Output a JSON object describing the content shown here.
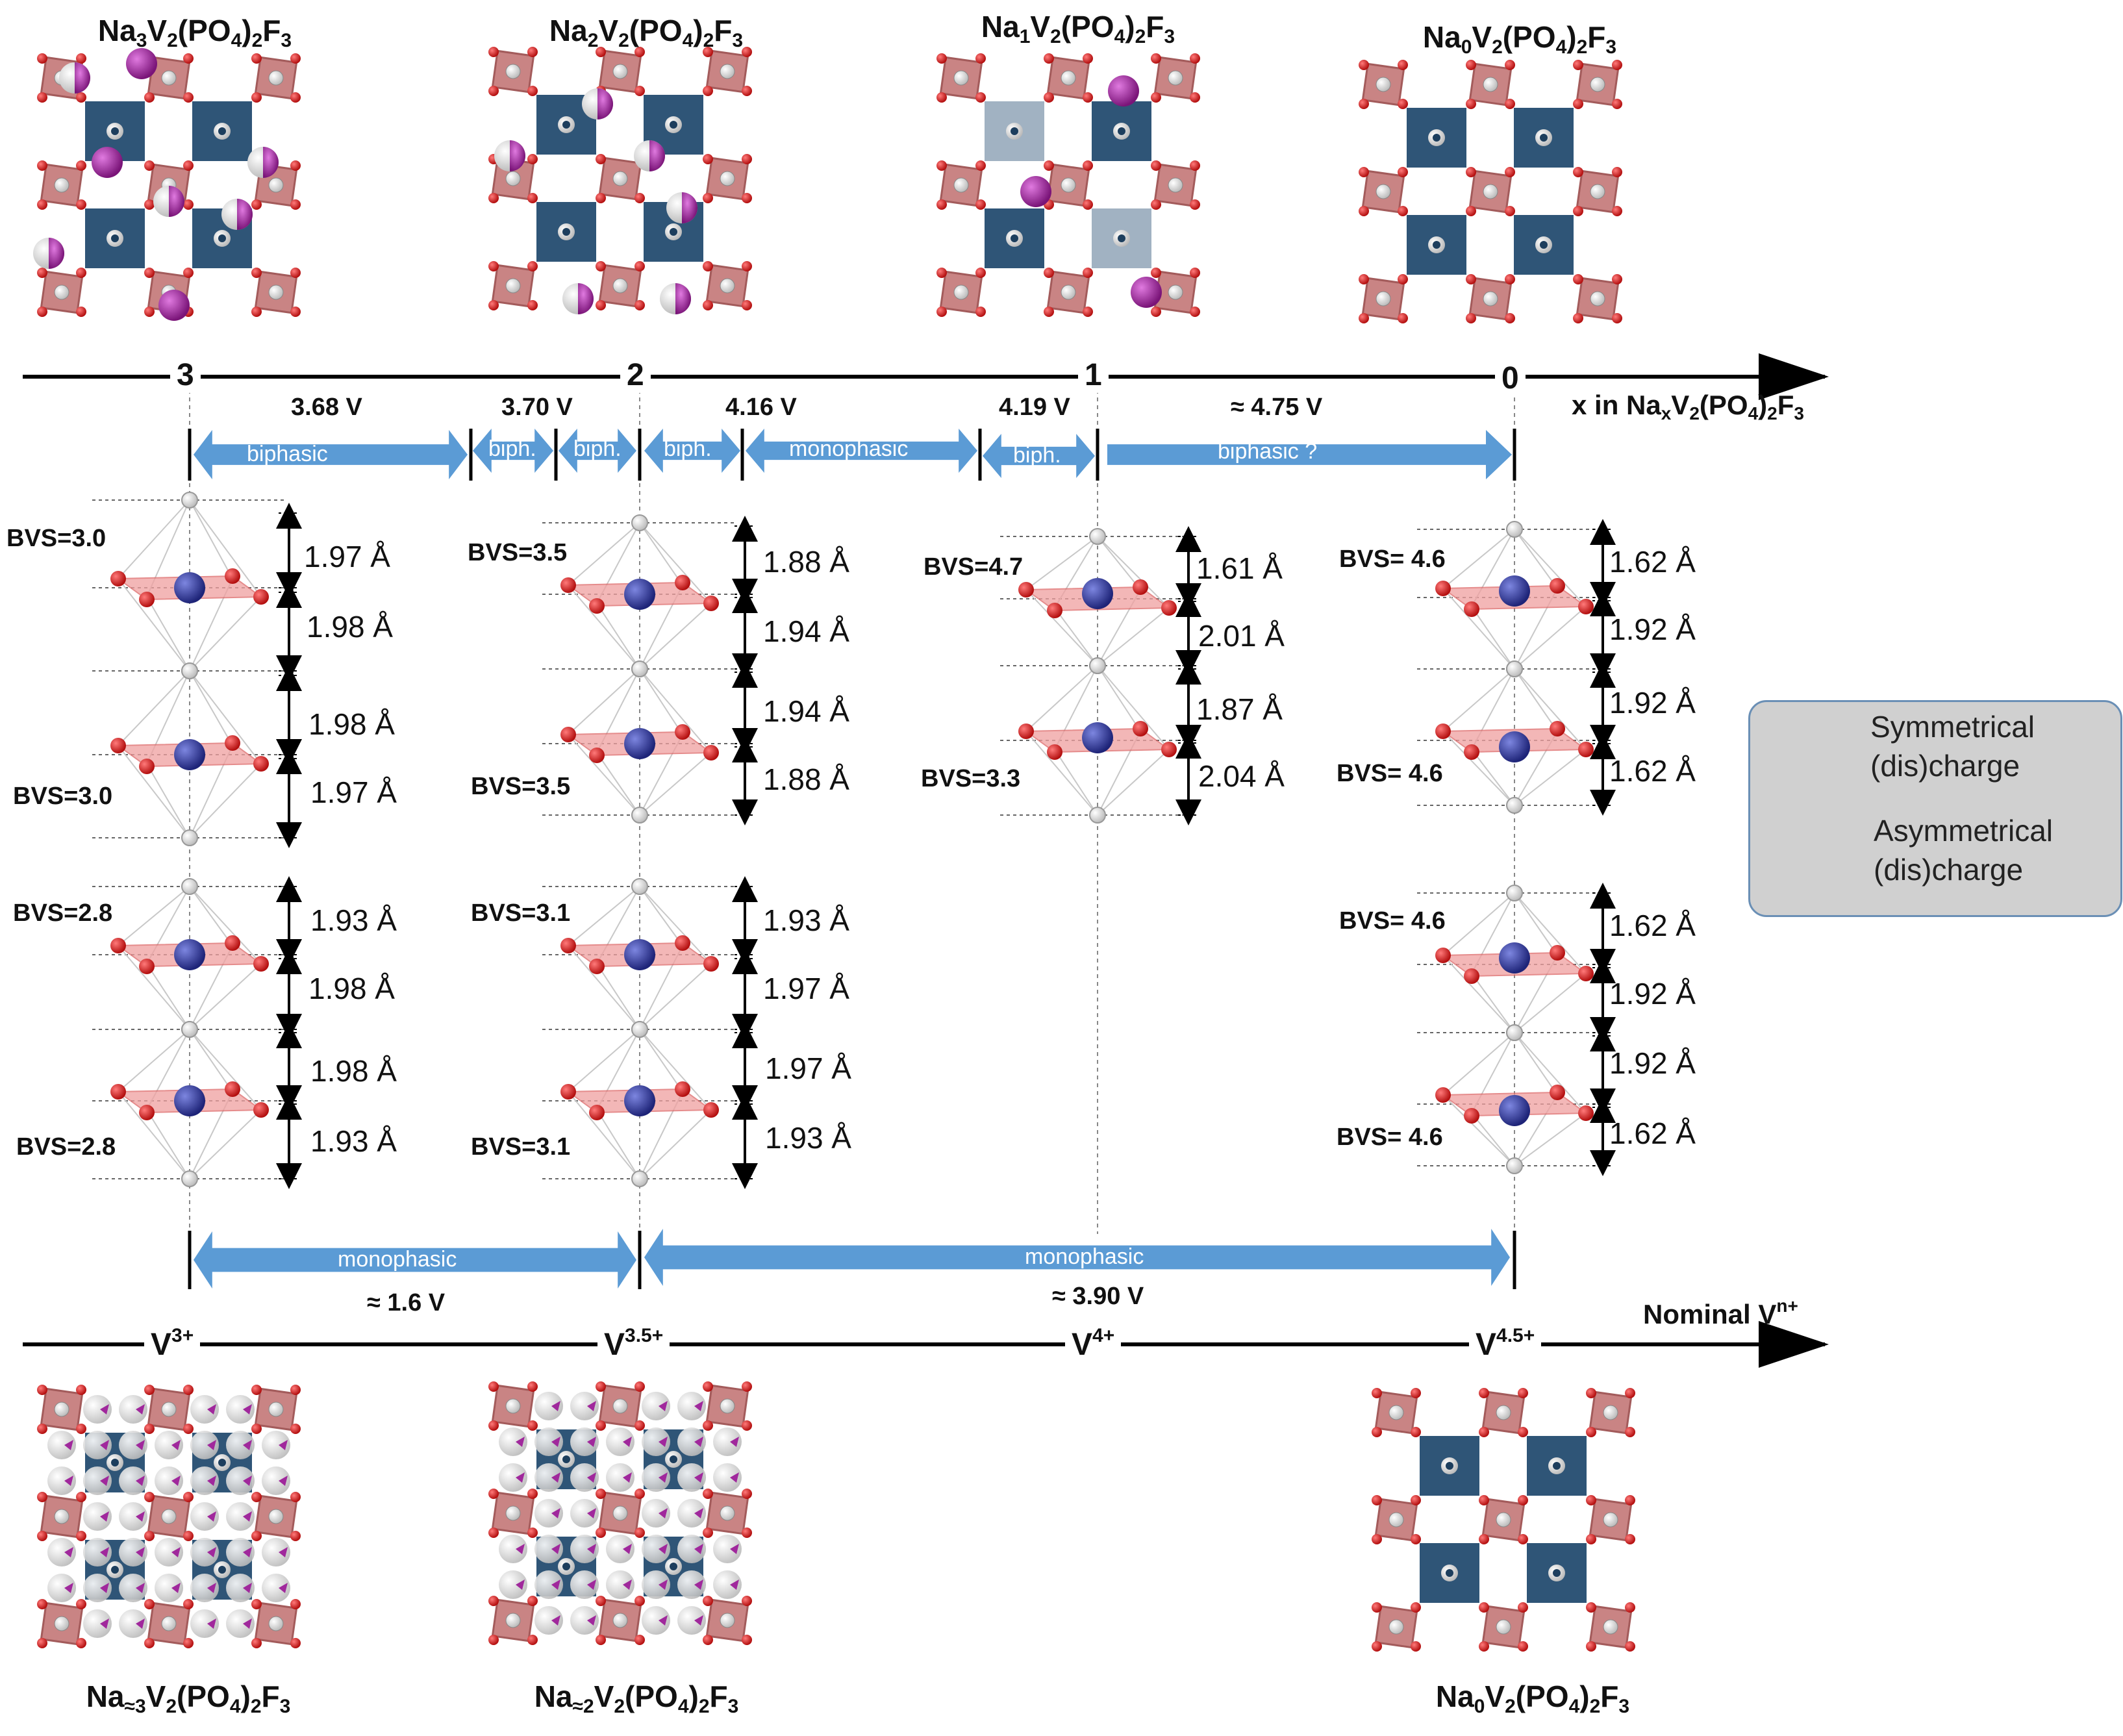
{
  "top_compounds": [
    {
      "pre": "Na",
      "n1": "3",
      "mid": "V",
      "n2": "2",
      "po": "(PO",
      "n3": "4",
      "close": ")",
      "n4": "2",
      "f": "F",
      "n5": "3"
    },
    {
      "pre": "Na",
      "n1": "2",
      "mid": "V",
      "n2": "2",
      "po": "(PO",
      "n3": "4",
      "close": ")",
      "n4": "2",
      "f": "F",
      "n5": "3"
    },
    {
      "pre": "Na",
      "n1": "1",
      "mid": "V",
      "n2": "2",
      "po": "(PO",
      "n3": "4",
      "close": ")",
      "n4": "2",
      "f": "F",
      "n5": "3"
    },
    {
      "pre": "Na",
      "n1": "0",
      "mid": "V",
      "n2": "2",
      "po": "(PO",
      "n3": "4",
      "close": ")",
      "n4": "2",
      "f": "F",
      "n5": "3"
    }
  ],
  "bottom_compounds": [
    {
      "pre": "Na",
      "n1": "≈3",
      "mid": "V",
      "n2": "2",
      "po": "(PO",
      "n3": "4",
      "close": ")",
      "n4": "2",
      "f": "F",
      "n5": "3"
    },
    {
      "pre": "Na",
      "n1": "≈2",
      "mid": "V",
      "n2": "2",
      "po": "(PO",
      "n3": "4",
      "close": ")",
      "n4": "2",
      "f": "F",
      "n5": "3"
    },
    {
      "pre": "Na",
      "n1": "0",
      "mid": "V",
      "n2": "2",
      "po": "(PO",
      "n3": "4",
      "close": ")",
      "n4": "2",
      "f": "F",
      "n5": "3"
    }
  ],
  "top_axis": {
    "ticks": [
      "3",
      "2",
      "1",
      "0"
    ],
    "label": {
      "pre": "x in Na",
      "sx": "x",
      "v": "V",
      "s2": "2",
      "po": "(PO",
      "s4": "4",
      "cl": ")",
      "s2b": "2",
      "f": "F",
      "s3": "3"
    },
    "voltages": [
      "3.68 V",
      "3.70 V",
      "4.16 V",
      "4.19 V",
      "≈ 4.75 V"
    ],
    "arrows": [
      "biphasic",
      "biph.",
      "biph.",
      "biph.",
      "monophasic",
      "biph.",
      "biphasic ?"
    ]
  },
  "bottom_axis": {
    "ticks": [
      {
        "base": "V",
        "sup": "3+"
      },
      {
        "base": "V",
        "sup": "3.5+"
      },
      {
        "base": "V",
        "sup": "4+"
      },
      {
        "base": "V",
        "sup": "4.5+"
      }
    ],
    "label": {
      "base": "Nominal V",
      "sup": "n+"
    },
    "arrows": [
      "monophasic",
      "monophasic"
    ],
    "voltages": [
      "≈ 1.6 V",
      "≈ 3.90 V"
    ]
  },
  "columns": [
    {
      "bvs": [
        "BVS=3.0",
        "BVS=3.0",
        "BVS=2.8",
        "BVS=2.8"
      ],
      "distances": [
        "1.97 Å",
        "1.98 Å",
        "1.98 Å",
        "1.97 Å",
        "1.93 Å",
        "1.98 Å",
        "1.98 Å",
        "1.93 Å"
      ]
    },
    {
      "bvs": [
        "BVS=3.5",
        "BVS=3.5",
        "BVS=3.1",
        "BVS=3.1"
      ],
      "distances": [
        "1.88 Å",
        "1.94 Å",
        "1.94 Å",
        "1.88 Å",
        "1.93 Å",
        "1.97 Å",
        "1.97 Å",
        "1.93 Å"
      ]
    },
    {
      "bvs": [
        "BVS=4.7",
        "BVS=3.3"
      ],
      "distances": [
        "1.61 Å",
        "2.01 Å",
        "1.87 Å",
        "2.04 Å"
      ]
    },
    {
      "bvs": [
        "BVS= 4.6",
        "BVS= 4.6",
        "BVS= 4.6",
        "BVS= 4.6"
      ],
      "distances": [
        "1.62 Å",
        "1.92 Å",
        "1.92 Å",
        "1.62 Å",
        "1.62 Å",
        "1.92 Å",
        "1.92 Å",
        "1.62 Å"
      ]
    }
  ],
  "legend": {
    "symmetrical": [
      "Symmetrical",
      "(dis)charge"
    ],
    "asymmetrical": [
      "Asymmetrical",
      "(dis)charge"
    ]
  },
  "colors": {
    "arrow": "#5b9bd5",
    "vanadium_octahedron": "#2f5577",
    "phosphate": "#c98484",
    "oxygen": "#d21f1f",
    "sodium": "#a0289c",
    "vanadium_atom": "#232c86",
    "fluorine": "#bdbdbd"
  }
}
